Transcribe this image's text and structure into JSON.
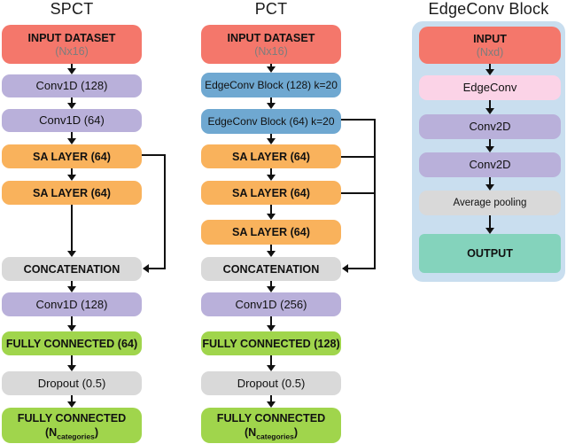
{
  "colors": {
    "red": "#F4776B",
    "purple": "#B9B0DA",
    "orange": "#F9B25C",
    "gray": "#D9D9D9",
    "green": "#A0D54C",
    "blue": "#6FA8D1",
    "pink": "#FBD3E7",
    "teal": "#84D3BC",
    "panel_blue": "#C9DEEF",
    "line": "#111111",
    "sublabel_gray": "#7D7D7D"
  },
  "spct": {
    "title": "SPCT",
    "boxes": [
      {
        "label": "INPUT DATASET",
        "sublabel": "(Nx16)"
      },
      {
        "label": "Conv1D (128)"
      },
      {
        "label": "Conv1D (64)"
      },
      {
        "label": "SA LAYER (64)"
      },
      {
        "label": "SA LAYER (64)"
      },
      {
        "label": "CONCATENATION"
      },
      {
        "label": "Conv1D (128)"
      },
      {
        "label": "FULLY CONNECTED (64)"
      },
      {
        "label": "Dropout (0.5)"
      },
      {
        "label": "FULLY CONNECTED",
        "sub_prefix": "(N",
        "subscript": "categories",
        "sub_suffix": ")"
      }
    ]
  },
  "pct": {
    "title": "PCT",
    "boxes": [
      {
        "label": "INPUT DATASET",
        "sublabel": "(Nx16)"
      },
      {
        "label": "EdgeConv Block (128) k=20"
      },
      {
        "label": "EdgeConv Block (64) k=20"
      },
      {
        "label": "SA LAYER (64)"
      },
      {
        "label": "SA LAYER (64)"
      },
      {
        "label": "SA LAYER (64)"
      },
      {
        "label": "CONCATENATION"
      },
      {
        "label": "Conv1D (256)"
      },
      {
        "label": "FULLY CONNECTED (128)"
      },
      {
        "label": "Dropout (0.5)"
      },
      {
        "label": "FULLY CONNECTED",
        "sub_prefix": "(N",
        "subscript": "categories",
        "sub_suffix": ")"
      }
    ]
  },
  "edgeconv": {
    "title": "EdgeConv Block",
    "boxes": [
      {
        "label": "INPUT",
        "sublabel": "(Nxd)"
      },
      {
        "label": "EdgeConv"
      },
      {
        "label": "Conv2D"
      },
      {
        "label": "Conv2D"
      },
      {
        "label": "Average pooling"
      },
      {
        "label": "OUTPUT"
      }
    ]
  }
}
